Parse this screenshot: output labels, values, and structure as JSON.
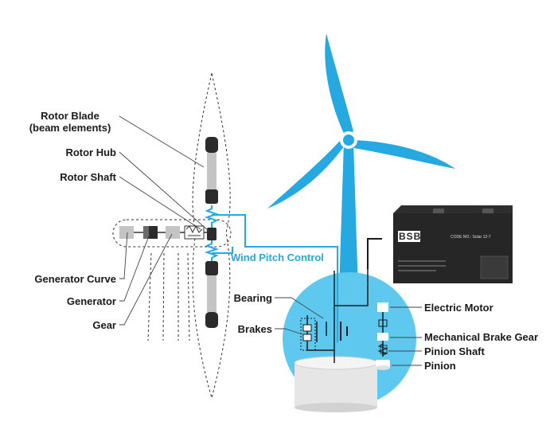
{
  "labels": {
    "rotor_blade_line1": "Rotor Blade",
    "rotor_blade_line2": "(beam elements)",
    "rotor_hub": "Rotor Hub",
    "rotor_shaft": "Rotor Shaft",
    "generator_curve": "Generator Curve",
    "generator": "Generator",
    "gear": "Gear",
    "wind_pitch_control": "Wind Pitch Control",
    "bearing": "Bearing",
    "brakes": "Brakes",
    "electric_motor": "Electric Motor",
    "mechanical_brake_gear": "Mechanical Brake Gear",
    "pinion_shaft": "Pinion Shaft",
    "pinion": "Pinion"
  },
  "battery": {
    "brand": "BSB",
    "code": "CODE NO.: Solar 12-7"
  },
  "colors": {
    "accent_blue": "#26a9e0",
    "light_blue": "#5ec8ef",
    "dark": "#1a1a1a",
    "gray": "#c8c8c8"
  }
}
